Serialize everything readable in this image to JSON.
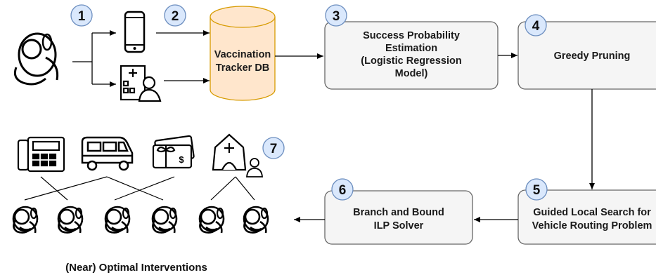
{
  "db": {
    "line1": "Vaccination",
    "line2": "Tracker DB"
  },
  "steps": [
    {
      "number": "1"
    },
    {
      "number": "2"
    },
    {
      "number": "3",
      "lines": [
        "Success Probability",
        "Estimation",
        "(Logistic Regression",
        "Model)"
      ]
    },
    {
      "number": "4",
      "lines": [
        "Greedy Pruning"
      ]
    },
    {
      "number": "5",
      "lines": [
        "Guided Local Search for",
        "Vehicle Routing Problem"
      ]
    },
    {
      "number": "6",
      "lines": [
        "Branch and Bound",
        "ILP Solver"
      ]
    },
    {
      "number": "7"
    }
  ],
  "caption": "(Near) Optimal Interventions",
  "colors": {
    "badge_fill": "#dae8fc",
    "badge_stroke": "#6c8ebf",
    "box_fill": "#f5f5f5",
    "box_stroke": "#666666",
    "db_fill": "#ffe6cc",
    "db_stroke": "#d79b00"
  }
}
